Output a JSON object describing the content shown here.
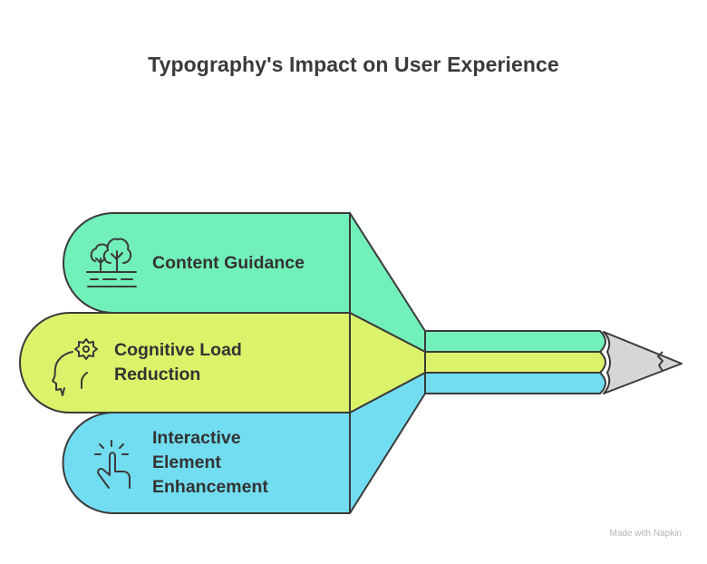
{
  "title": "Typography's Impact on User Experience",
  "colors": {
    "band_top": "#72F0BA",
    "band_middle": "#DAF36A",
    "band_bottom": "#72DDF0",
    "pencil_tip": "#D6D6D6",
    "outline": "#3A3A3A",
    "text": "#333333"
  },
  "items": [
    {
      "id": "content-guidance",
      "icon": "trees-icon",
      "label_lines": [
        "Content Guidance"
      ]
    },
    {
      "id": "cognitive-load-reduction",
      "icon": "head-gear-icon",
      "label_lines": [
        "Cognitive Load",
        "Reduction"
      ]
    },
    {
      "id": "interactive-element-enhancement",
      "icon": "tap-hand-icon",
      "label_lines": [
        "Interactive",
        "Element",
        "Enhancement"
      ]
    }
  ],
  "watermark": "Made with Napkin"
}
